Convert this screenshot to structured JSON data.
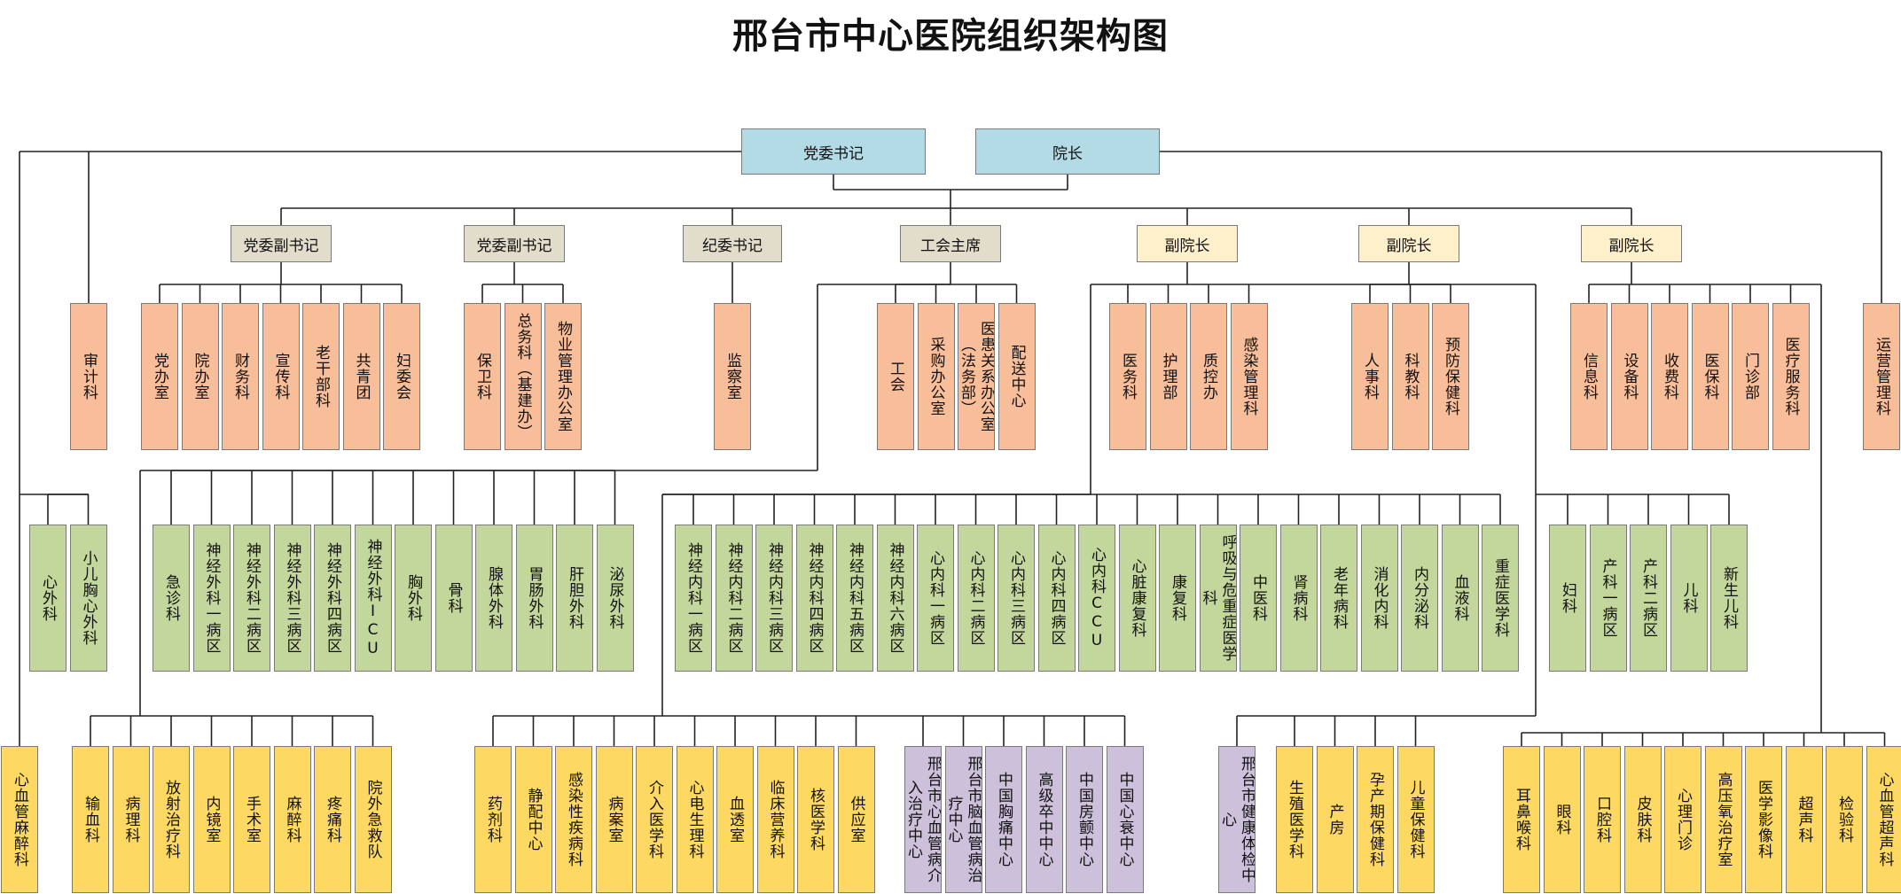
{
  "title": "邢台市中心医院组织架构图",
  "top": [
    "党委书记",
    "院长"
  ],
  "level2": [
    "党委副书记",
    "党委副书记",
    "纪委书记",
    "工会主席",
    "副院长",
    "副院长",
    "副院长"
  ],
  "orange": {
    "left_solo": "审计科",
    "g1": [
      "党办室",
      "院办室",
      "财务科",
      "宣传科",
      "老干部科",
      "共青团",
      "妇委会"
    ],
    "g2": [
      "保卫科",
      "总务科（基建办）",
      "物业管理办公室"
    ],
    "g3": [
      "监察室"
    ],
    "g4": [
      "工会",
      "采购办公室",
      "医患关系办公室（法务部）",
      "配送中心"
    ],
    "g5": [
      "医务科",
      "护理部",
      "质控办",
      "感染管理科"
    ],
    "g6": [
      "人事科",
      "科教科",
      "预防保健科"
    ],
    "g7": [
      "信息科",
      "设备科",
      "收费科",
      "医保科",
      "门诊部",
      "医疗服务科"
    ],
    "right_solo": "运营管理科"
  },
  "green": {
    "left": [
      "心外科",
      "小儿胸心外科"
    ],
    "surgery": [
      "急诊科",
      "神经外科一病区",
      "神经外科二病区",
      "神经外科三病区",
      "神经外科四病区",
      "神经外科ICU",
      "胸外科",
      "骨科",
      "腺体外科",
      "胃肠外科",
      "肝胆外科",
      "泌尿外科"
    ],
    "medicine": [
      "神经内科一病区",
      "神经内科二病区",
      "神经内科三病区",
      "神经内科四病区",
      "神经内科五病区",
      "神经内科六病区",
      "心内科一病区",
      "心内科二病区",
      "心内科三病区",
      "心内科四病区",
      "心内科CCU",
      "心脏康复科",
      "康复科",
      "呼吸与危重症医学科",
      "中医科",
      "肾病科",
      "老年病科",
      "消化内科",
      "内分泌科",
      "血液科",
      "重症医学科"
    ],
    "women": [
      "妇科",
      "产科一病区",
      "产科二病区",
      "儿科",
      "新生儿科"
    ]
  },
  "yellow": {
    "left_solo": "心血管麻醉科",
    "g1": [
      "输血科",
      "病理科",
      "放射治疗科",
      "内镜室",
      "手术室",
      "麻醉科",
      "疼痛科",
      "院外急救队"
    ],
    "g2": [
      "药剂科",
      "静配中心",
      "感染性疾病科",
      "病案室",
      "介入医学科",
      "心电生理科",
      "血透室",
      "临床营养科",
      "核医学科",
      "供应室"
    ],
    "g3": [
      "生殖医学科",
      "产房",
      "孕产期保健科",
      "儿童保健科"
    ],
    "g4": [
      "耳鼻喉科",
      "眼科",
      "口腔科",
      "皮肤科",
      "心理门诊",
      "高压氧治疗室",
      "医学影像科",
      "超声科",
      "检验科",
      "心血管超声科"
    ]
  },
  "purple": {
    "g1": [
      "邢台市心血管病介入治疗中心",
      "邢台市脑血管病治疗中心",
      "中国胸痛中心",
      "高级卒中中心",
      "中国房颤中心",
      "中国心衰中心"
    ],
    "health": "邢台市健康体检中心"
  }
}
